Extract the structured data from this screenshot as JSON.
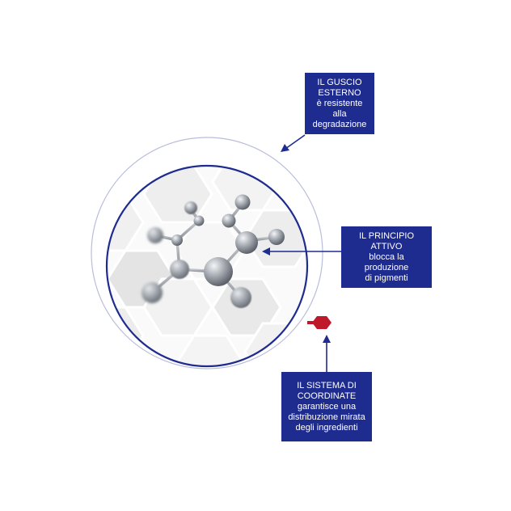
{
  "labels": {
    "outer_shell": {
      "title_line1": "IL GUSCIO",
      "title_line2": "ESTERNO",
      "desc_line1": "è resistente alla",
      "desc_line2": "degradazione"
    },
    "active_principle": {
      "title_line1": "IL PRINCIPIO",
      "title_line2": "ATTIVO",
      "desc_line1": "blocca la produzione",
      "desc_line2": "di pigmenti"
    },
    "coordinate_system": {
      "title_line1": "IL SISTEMA DI",
      "title_line2": "COORDINATE",
      "desc_line1": "garantisce una",
      "desc_line2": "distribuzione mirata",
      "desc_line3": "degli ingredienti"
    }
  },
  "colors": {
    "navy": "#1f2c8f",
    "marker_red": "#c0182b",
    "shell_outline": "#b9bddb",
    "hex_light": "#f1f1f1",
    "hex_mid": "#e6e6e6",
    "atom_gray": "#a4a9b0"
  }
}
